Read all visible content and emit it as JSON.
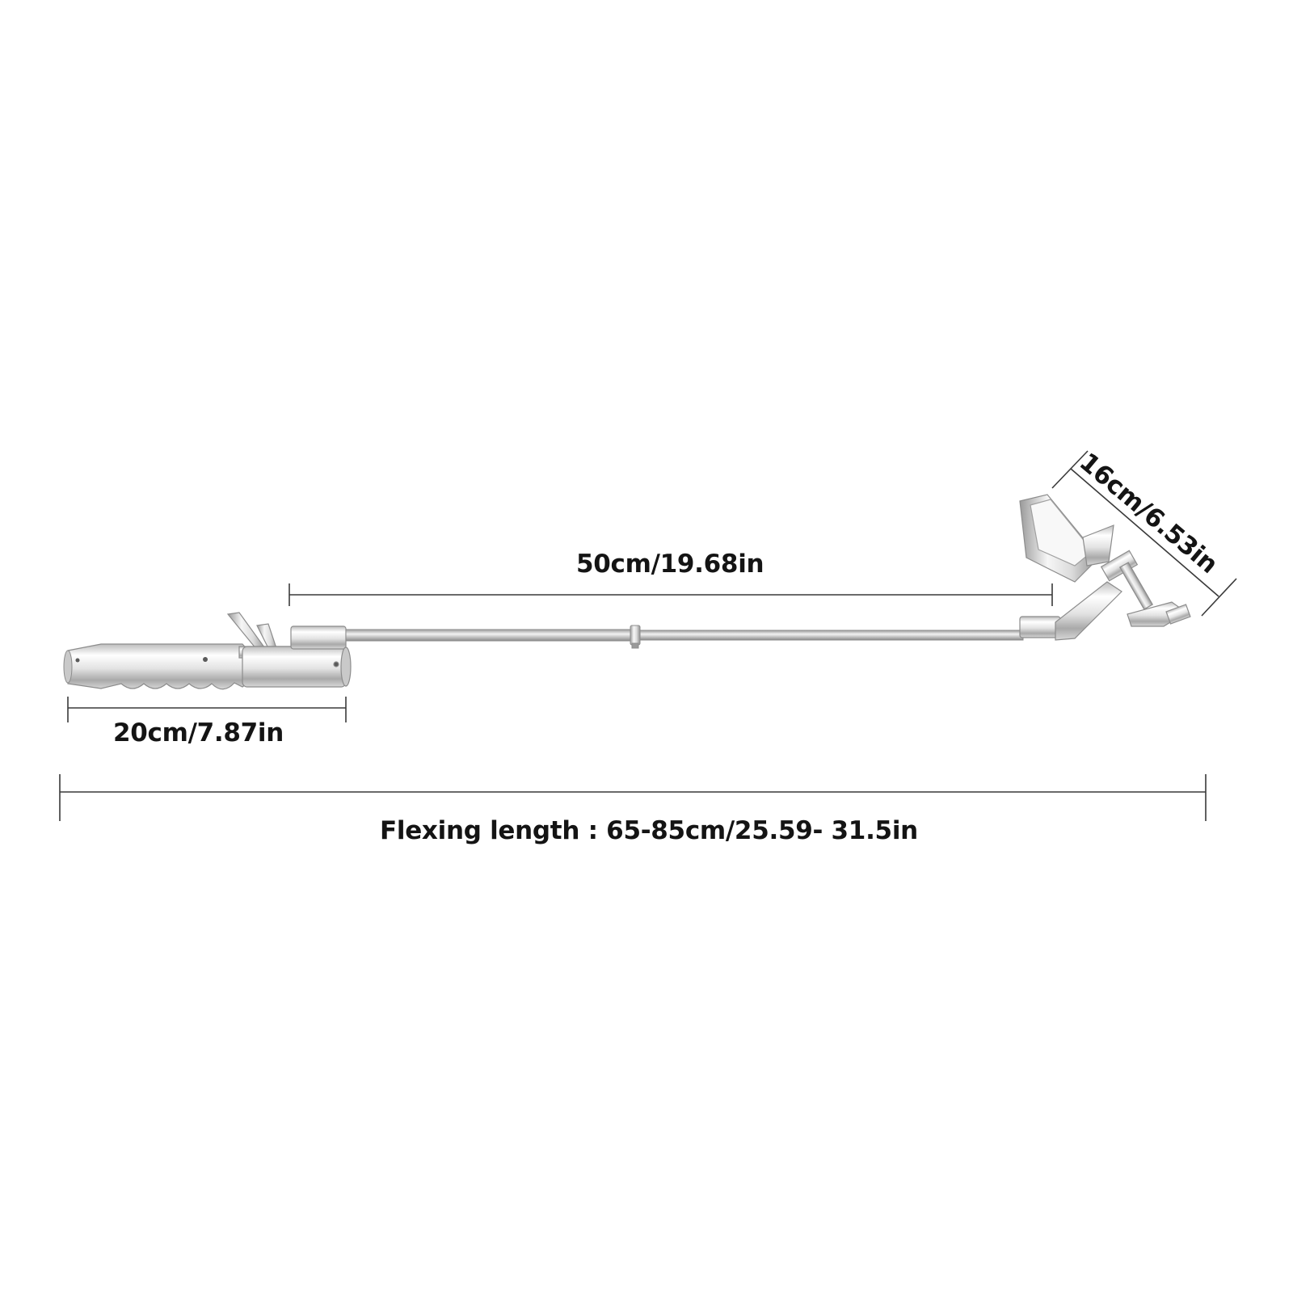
{
  "dimensions": {
    "handle": "20cm/7.87in",
    "pole": "50cm/19.68in",
    "head": "16cm/6.53in",
    "flexing": "Flexing length : 65-85cm/25.59- 31.5in"
  },
  "colors": {
    "background": "#ffffff",
    "text": "#141414",
    "dimension_line": "#3a3a3a",
    "metal_light": "#f4f4f4",
    "metal_mid": "#c9c9c9",
    "metal_dark": "#8c8c8c"
  }
}
